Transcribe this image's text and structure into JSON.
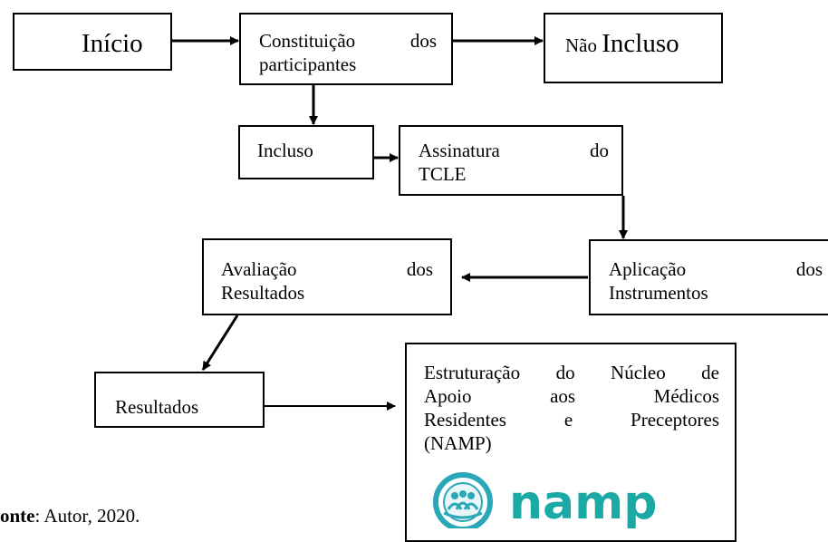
{
  "nodes": {
    "inicio": "Início",
    "constituicao": [
      "Constituição",
      "dos",
      "participantes"
    ],
    "nao_incluso": {
      "prefix": "Não",
      "main": "Incluso"
    },
    "incluso": "Incluso",
    "assinatura": [
      "Assinatura",
      "do",
      "TCLE"
    ],
    "aplicacao": [
      "Aplicação",
      "dos",
      "Instrumentos"
    ],
    "avaliacao": [
      "Avaliação",
      "dos",
      "Resultados"
    ],
    "resultados": "Resultados",
    "estruturacao": [
      "Estruturação do Núcleo de",
      "Apoio aos Médicos",
      "Residentes e Preceptores",
      "(NAMP)"
    ]
  },
  "logo": {
    "text": "namp",
    "colors": {
      "primary": "#1aa9a4",
      "circle": "#2aa7b8"
    },
    "icon": "people-circle-icon"
  },
  "footer": {
    "label": "onte",
    "text": ": Autor, 2020."
  }
}
